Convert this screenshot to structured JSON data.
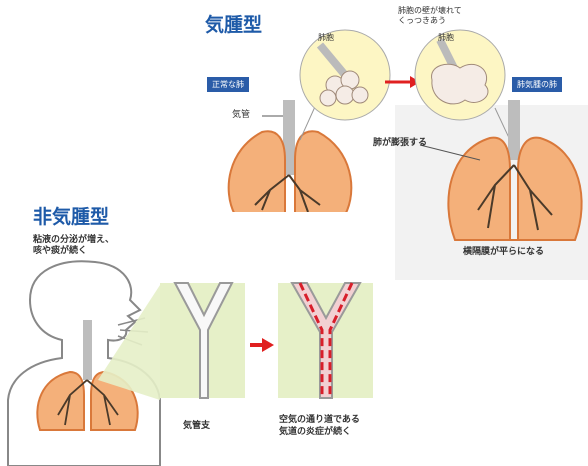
{
  "emphysema": {
    "title": "気腫型",
    "alveoli_label": "肺胞",
    "alveoli_label_right": "肺胞",
    "wall_broken_note": "肺胞の壁が壊れて\nくっつきあう",
    "normal_lung_tag": "正常な肺",
    "emphysema_lung_tag": "肺気腫の肺",
    "trachea_label": "気管",
    "lung_expand_label": "肺が膨張する",
    "diaphragm_label": "横隔膜が平らになる"
  },
  "non_emphysema": {
    "title": "非気腫型",
    "mucus_note": "粘液の分泌が増え、\n咳や痰が続く",
    "bronchus_label": "気管支",
    "inflammation_label": "空気の通り道である\n気道の炎症が続く"
  },
  "colors": {
    "title_blue": "#1e5aa8",
    "lung_orange": "#e8834a",
    "lung_fill": "#f4b07a",
    "tag_blue": "#2a5ca8",
    "panel_green": "#e6f0c8",
    "arrow_red": "#e02020",
    "inflamed_red": "#d81e2a"
  }
}
